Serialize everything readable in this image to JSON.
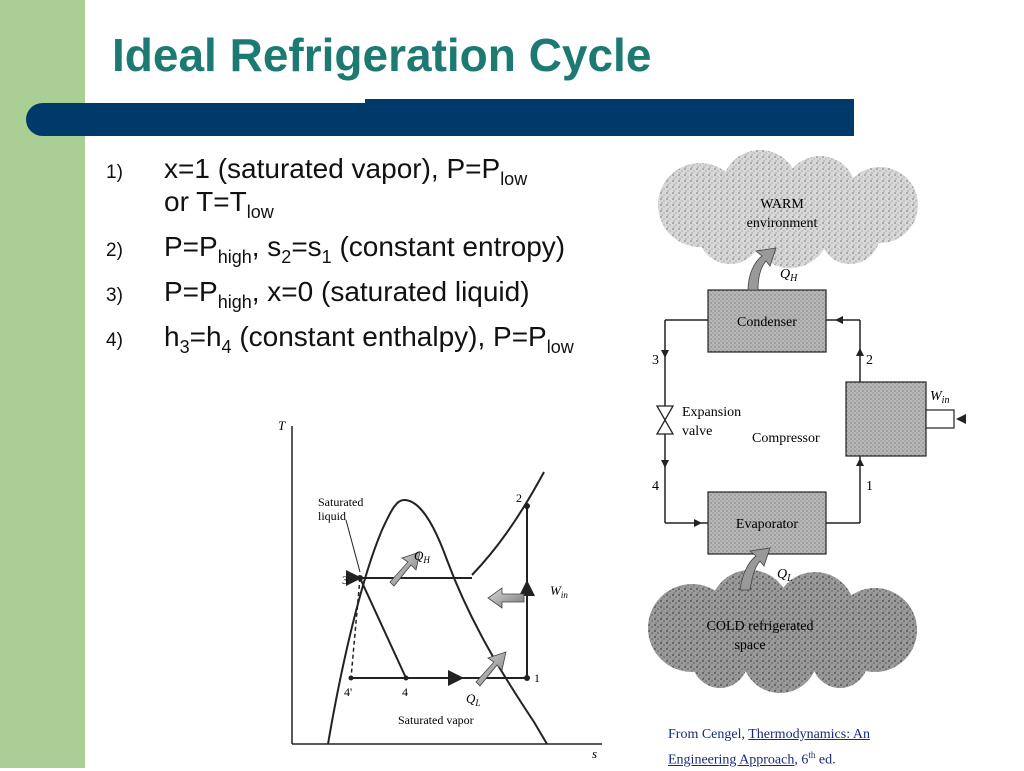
{
  "slide": {
    "title": "Ideal Refrigeration Cycle"
  },
  "colors": {
    "side_strip": "#a9cf94",
    "title_text": "#1d7a72",
    "title_bar": "#003a6b",
    "citation": "#1a2a7a"
  },
  "bullets": [
    {
      "num": "1)",
      "parts": [
        "x=1 (saturated vapor), P=P",
        "low",
        "or T=T",
        "low"
      ]
    },
    {
      "num": "2)",
      "parts": [
        "P=P",
        "high",
        ", s",
        "2",
        "=s",
        "1",
        " (constant entropy)"
      ]
    },
    {
      "num": "3)",
      "parts": [
        "P=P",
        "high",
        ", x=0 (saturated liquid)"
      ]
    },
    {
      "num": "4)",
      "parts": [
        "h",
        "3",
        "=h",
        "4",
        " (constant enthalpy), P=P",
        "low"
      ]
    }
  ],
  "ts_diagram": {
    "axis_t": "T",
    "axis_s": "s",
    "label_sat_liquid_1": "Saturated",
    "label_sat_liquid_2": "liquid",
    "label_sat_vapor": "Saturated vapor",
    "qh": "Q",
    "qh_sub": "H",
    "ql": "Q",
    "ql_sub": "L",
    "win": "W",
    "win_sub": "in",
    "pt1": "1",
    "pt2": "2",
    "pt3": "3",
    "pt4": "4",
    "pt4p": "4'"
  },
  "system_diagram": {
    "warm_1": "WARM",
    "warm_2": "environment",
    "cold_1": "COLD refrigerated",
    "cold_2": "space",
    "condenser": "Condenser",
    "evaporator": "Evaporator",
    "compressor": "Compressor",
    "expansion_1": "Expansion",
    "expansion_2": "valve",
    "qh": "Q",
    "qh_sub": "H",
    "ql": "Q",
    "ql_sub": "L",
    "win": "W",
    "win_sub": "in",
    "n1": "1",
    "n2": "2",
    "n3": "3",
    "n4": "4"
  },
  "citation": {
    "prefix": "From Cengel, ",
    "link_1": "Thermodynamics: An",
    "link_2": "Engineering Approach",
    "sep": ", ",
    "edition": "6",
    "edition_sup": "th",
    "suffix": " ed."
  }
}
